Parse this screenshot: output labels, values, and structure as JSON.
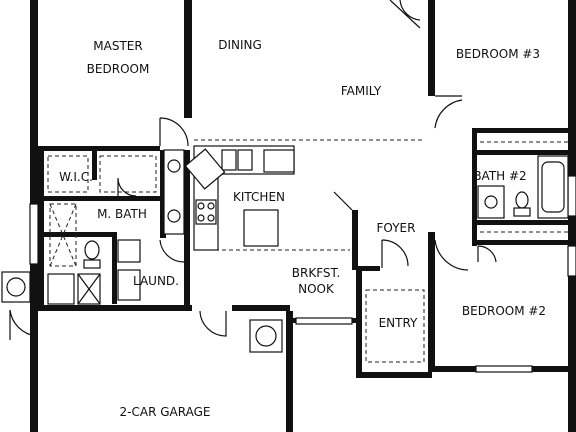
{
  "plan": {
    "rooms": {
      "master_line1": "MASTER",
      "master_line2": "BEDROOM",
      "dining": "DINING",
      "bedroom3": "BEDROOM #3",
      "family": "FAMILY",
      "bath2": "BATH #2",
      "wic": "W.I.C.",
      "kitchen": "KITCHEN",
      "mbath": "M. BATH",
      "foyer": "FOYER",
      "laund": "LAUND.",
      "brkfst_line1": "BRKFST.",
      "brkfst_line2": "NOOK",
      "entry": "ENTRY",
      "bedroom2": "BEDROOM #2",
      "garage": "2-CAR GARAGE"
    },
    "colors": {
      "wall": "#111111",
      "background": "#ffffff"
    }
  }
}
